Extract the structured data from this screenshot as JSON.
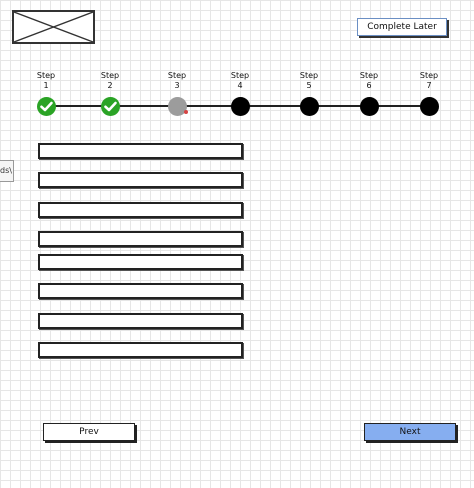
{
  "header": {
    "logo_icon": "image-placeholder-icon",
    "complete_later_label": "Complete Later"
  },
  "steps": [
    {
      "word": "Step",
      "number": "1",
      "status": "done"
    },
    {
      "word": "Step",
      "number": "2",
      "status": "done"
    },
    {
      "word": "Step",
      "number": "3",
      "status": "current"
    },
    {
      "word": "Step",
      "number": "4",
      "status": "pending"
    },
    {
      "word": "Step",
      "number": "5",
      "status": "pending"
    },
    {
      "word": "Step",
      "number": "6",
      "status": "pending"
    },
    {
      "word": "Step",
      "number": "7",
      "status": "pending"
    }
  ],
  "form": {
    "fields": [
      "",
      "",
      "",
      "",
      "",
      "",
      "",
      ""
    ]
  },
  "side_tab": {
    "text": "ds\\"
  },
  "footer": {
    "prev_label": "Prev",
    "next_label": "Next"
  },
  "colors": {
    "done": "#2aa325",
    "current": "#9c9c9c",
    "pending": "#000000",
    "next_button": "#86aef0"
  }
}
